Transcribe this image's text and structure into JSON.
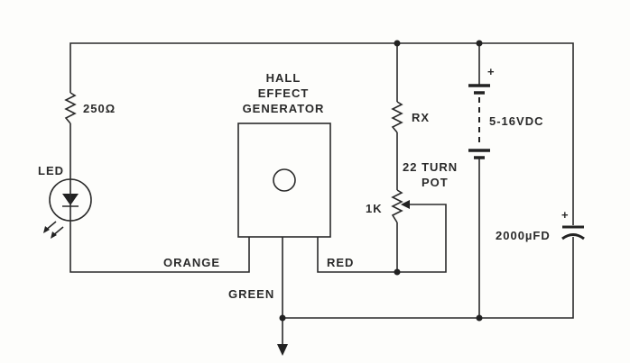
{
  "labels": {
    "r1": "250Ω",
    "led": "LED",
    "hall_line1": "HALL",
    "hall_line2": "EFFECT",
    "hall_line3": "GENERATOR",
    "rx": "RX",
    "pot_line1": "22 TURN",
    "pot_line2": "POT",
    "pot_value": "1K",
    "battery": "5-16VDC",
    "battery_plus": "+",
    "capacitor": "2000µFD",
    "capacitor_plus": "+",
    "orange": "ORANGE",
    "red": "RED",
    "green": "GREEN"
  }
}
